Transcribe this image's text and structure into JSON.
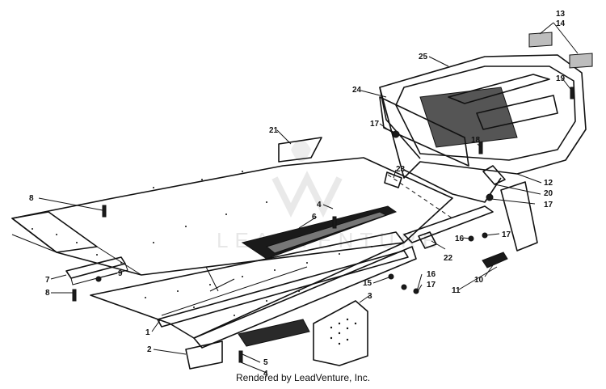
{
  "diagram": {
    "callouts": [
      "13",
      "14",
      "25",
      "19",
      "24",
      "17",
      "18",
      "12",
      "20",
      "17",
      "21",
      "23",
      "8",
      "4",
      "6",
      "7",
      "9",
      "8",
      "16",
      "17",
      "10",
      "11",
      "22",
      "16",
      "17",
      "15",
      "3",
      "1",
      "2",
      "5",
      "4"
    ]
  },
  "watermark": {
    "text": "LEADVENTURE"
  },
  "footer": {
    "text": "Rendered by LeadVenture, Inc."
  }
}
